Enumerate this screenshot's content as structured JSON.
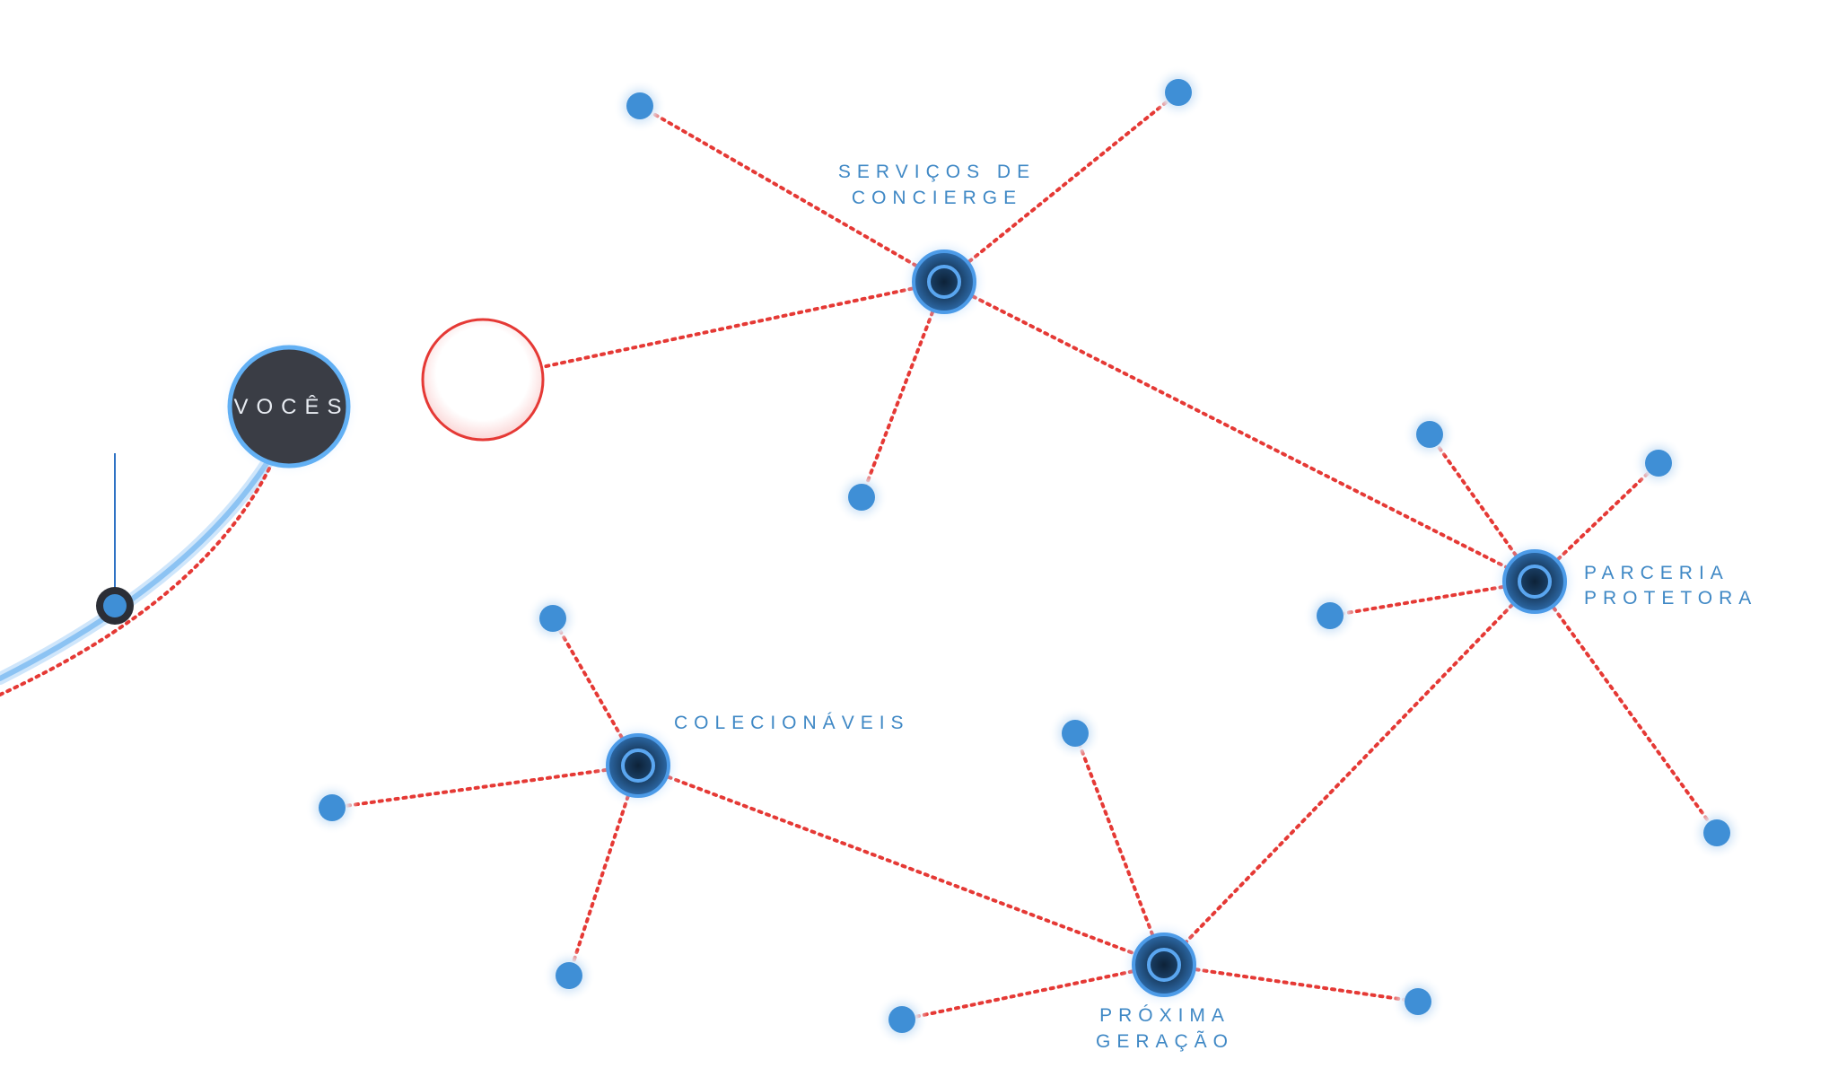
{
  "colors": {
    "connection": "#e53935",
    "node_fill": "#3f8fd6",
    "node_glow": "#9cc9f2",
    "hub_core": "#1b3f66",
    "hub_ring": "#5aa6f0",
    "hub_label": "#3f88c5",
    "user_node_fill": "#3a3d45",
    "user_node_ring": "#62b0f4",
    "timeline_line": "#8cc3f3",
    "timeline_marker": "#2b2e36",
    "empty_node_stroke": "#e53935"
  },
  "user_node": {
    "label": "VOCÊS"
  },
  "hubs": [
    {
      "id": "concierge",
      "label_lines": [
        "SERVIÇOS DE",
        "CONCIERGE"
      ]
    },
    {
      "id": "parceria",
      "label_lines": [
        "PARCERIA",
        "PROTETORA"
      ]
    },
    {
      "id": "colecionaveis",
      "label_lines": [
        "COLECIONÁVEIS"
      ]
    },
    {
      "id": "proxima",
      "label_lines": [
        "PRÓXIMA",
        "GERAÇÃO"
      ]
    }
  ]
}
